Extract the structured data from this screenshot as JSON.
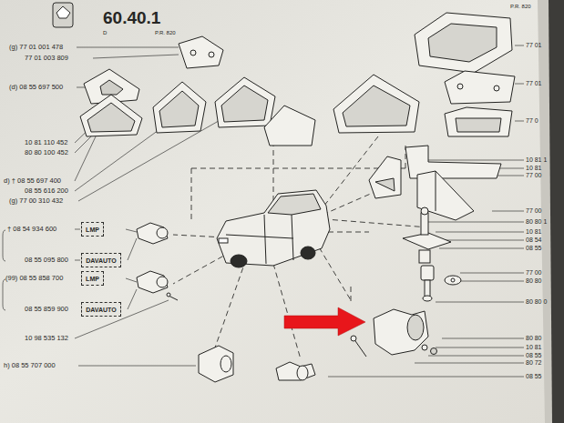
{
  "diagram": {
    "nodes": [
      {
        "text": [
          "LMP"
        ]
      },
      {
        "text": [
          "DAVAUTO"
        ]
      },
      {
        "text": [
          "LMP"
        ]
      },
      {
        "text": [
          "DAVAUTO"
        ]
      }
    ],
    "labels": [
      "60.40.1",
      "D",
      "P.R. 820",
      "P.R. 820",
      "(g) 77 01 001 478",
      "77 01 003 809",
      "(d) 08 55 697 500",
      "10 81 110 452",
      "80 80 100 452",
      "d) † 08 55 697 400",
      "08 55 616 200",
      "(g) 77 00 310 432",
      "† 08 54 934 600",
      "08 55 095 800",
      "(99) 08 55 858 700",
      "08 55 859 900",
      "10 98 535 132",
      "h) 08 55 707 000",
      "77 01",
      "77 01",
      "77 0",
      "10 81 1",
      "10 81",
      "77 00",
      "77 00",
      "80 80 1",
      "10 81",
      "08 54",
      "08 55",
      "77 00",
      "80 80",
      "80 80 0",
      "80 80",
      "10 81",
      "08 55",
      "80 72",
      "08 55"
    ]
  }
}
